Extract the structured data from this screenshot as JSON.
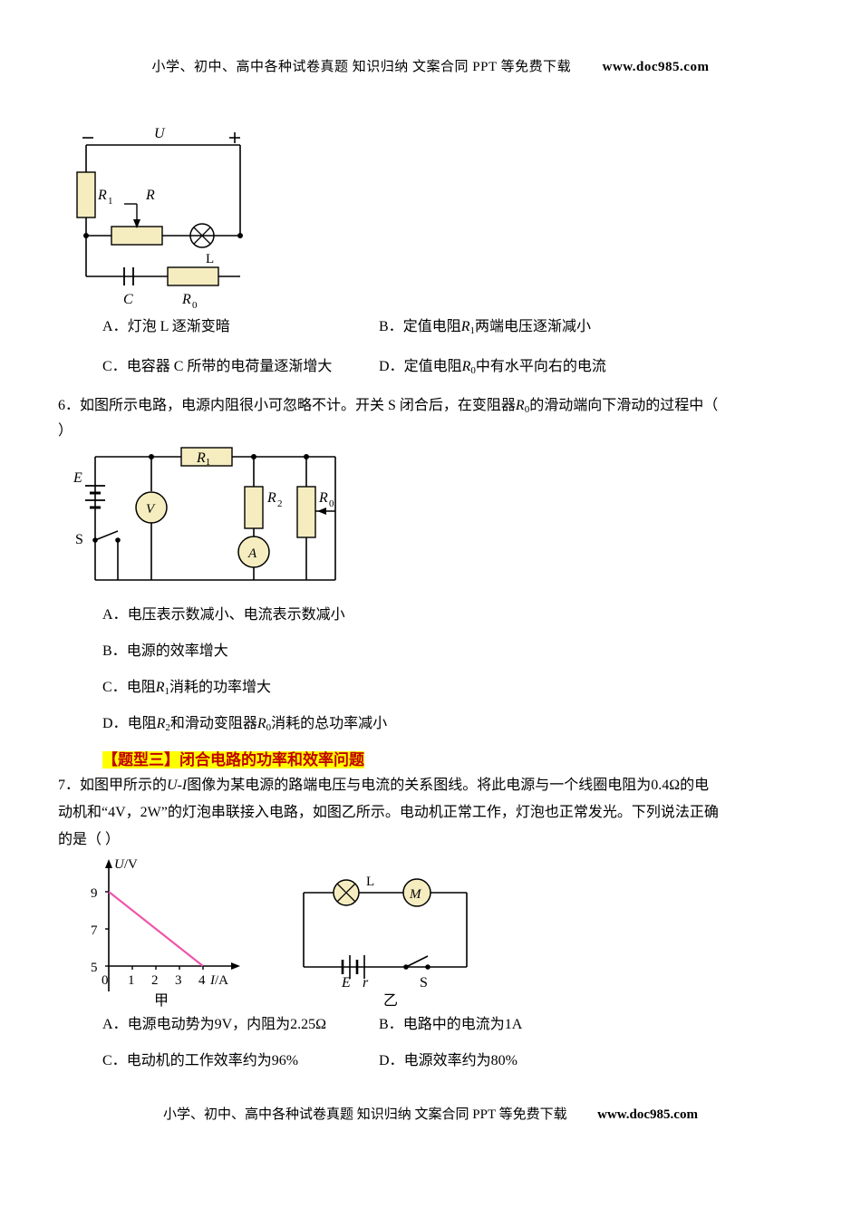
{
  "header": {
    "text": "小学、初中、高中各种试卷真题  知识归纳  文案合同  PPT 等免费下载",
    "url": "www.doc985.com"
  },
  "footer": {
    "text": "小学、初中、高中各种试卷真题  知识归纳  文案合同  PPT 等免费下载",
    "url": "www.doc985.com"
  },
  "q5": {
    "options": [
      {
        "label": "A．",
        "text": "灯泡 L 逐渐变暗"
      },
      {
        "label": "B．",
        "text": "定值电阻",
        "sym": "R",
        "sub": "1",
        "tail": "两端电压逐渐减小"
      },
      {
        "label": "C．",
        "text": "电容器 C 所带的电荷量逐渐增大"
      },
      {
        "label": "D．",
        "text": "定值电阻",
        "sym": "R",
        "sub": "0",
        "tail": "中有水平向右的电流"
      }
    ],
    "figure": {
      "labels": [
        "−",
        "U",
        "+",
        "R1",
        "R",
        "L",
        "C",
        "R0"
      ]
    }
  },
  "q6": {
    "number": "6．",
    "stem": "如图所示电路，电源内阻很小可忽略不计。开关 S 闭合后，在变阻器",
    "stem_sym": "R",
    "stem_sub": "0",
    "stem_tail": "的滑动端向下滑动的过程中（",
    "stem_line2": "）",
    "figure": {
      "labels": [
        "E",
        "S",
        "V",
        "A",
        "R1",
        "R2",
        "R0"
      ]
    },
    "options": [
      {
        "label": "A．",
        "text": "电压表示数减小、电流表示数减小"
      },
      {
        "label": "B．",
        "text": "电源的效率增大"
      },
      {
        "label": "C．",
        "text": "电阻",
        "sym": "R",
        "sub": "1",
        "tail": "消耗的功率增大"
      },
      {
        "label": "D．",
        "text": "电阻",
        "sym": "R",
        "sub": "2",
        "tail2_pre": "和滑动变阻器",
        "sym2": "R",
        "sub2": "0",
        "tail": "消耗的总功率减小"
      }
    ]
  },
  "section": {
    "prefix": "【题型三】",
    "title": "闭合电路的功率和效率问题"
  },
  "q7": {
    "number": "7．",
    "line1_a": "如图甲所示的",
    "line1_ital": "U-I",
    "line1_b": "图像为某电源的路端电压与电流的关系图线。将此电源与一个线圈电阻为0.4Ω的电",
    "line2": "动机和“4V，2W”的灯泡串联接入电路，如图乙所示。电动机正常工作，灯泡也正常发光。下列说法正确",
    "line3": "的是（     ）",
    "chart": {
      "ylabel": "U/V",
      "xlabel": "I/A",
      "yticks": [
        "9",
        "7",
        "5"
      ],
      "xticks": [
        "0",
        "1",
        "2",
        "3",
        "4"
      ],
      "caption": "甲",
      "line_color": "#ee55aa"
    },
    "circuit": {
      "labels": [
        "L",
        "M",
        "E",
        "r",
        "S"
      ],
      "caption": "乙"
    },
    "options": [
      {
        "label": "A．",
        "text": "电源电动势为9V，内阻为2.25Ω"
      },
      {
        "label": "B．",
        "text": "电路中的电流为1A"
      },
      {
        "label": "C．",
        "text": "电动机的工作效率约为96%"
      },
      {
        "label": "D．",
        "text": "电源效率约为80%"
      }
    ]
  },
  "colors": {
    "resistor_fill": "#f5edc0",
    "accent_red": "#c00000",
    "highlight": "#ffff00",
    "line": "#000000",
    "chart_line": "#ee55aa"
  }
}
